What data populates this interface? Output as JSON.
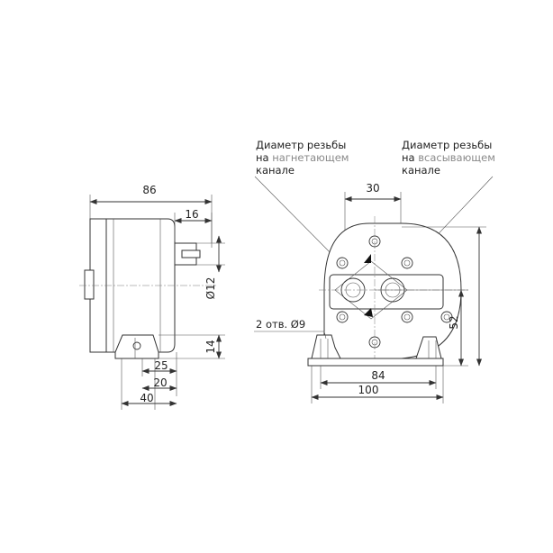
{
  "dimensions": {
    "side_length": "86",
    "shaft_length": "16",
    "shaft_diameter": "Ø12",
    "height_14": "14",
    "dim_25": "25",
    "dim_20": "20",
    "dim_40": "40",
    "top_30": "30",
    "height_52": "52",
    "width_84": "84",
    "width_100": "100"
  },
  "notes": {
    "discharge": {
      "line1": "Диаметр резьбы",
      "prefix": "на",
      "highlight": "нагнетающем",
      "line3": "канале"
    },
    "suction": {
      "line1": "Диаметр резьбы",
      "prefix": "на",
      "highlight": "всасывающем",
      "line3": "канале"
    },
    "holes": "2 отв. Ø9"
  }
}
